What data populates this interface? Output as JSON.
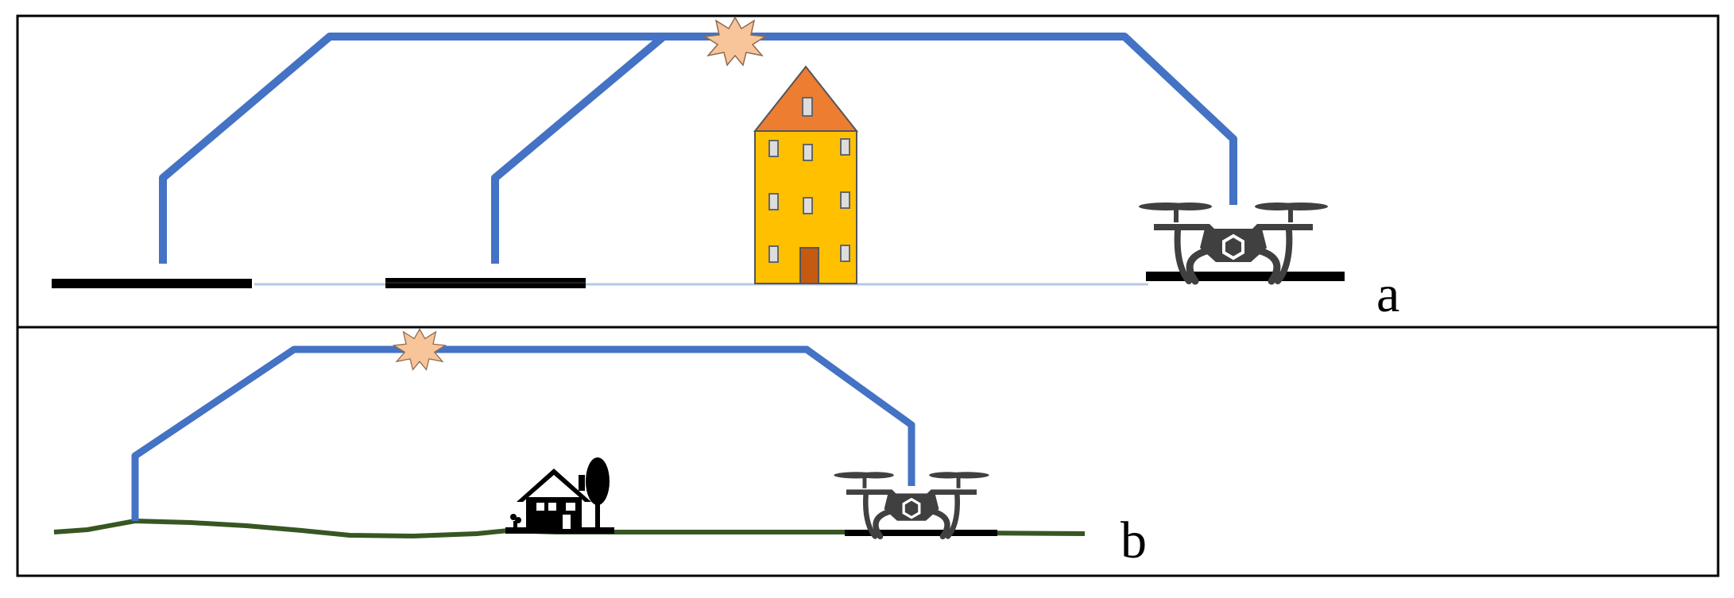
{
  "panels": [
    {
      "label": "a",
      "scene": "urban",
      "elements": [
        "ground-segment",
        "ground-segment",
        "tall-building",
        "drone-on-launchpad",
        "flight-paths",
        "collision-burst"
      ]
    },
    {
      "label": "b",
      "scene": "rural",
      "elements": [
        "terrain",
        "house-with-tree",
        "drone-on-launchpad",
        "flight-path",
        "collision-burst"
      ]
    }
  ],
  "colors": {
    "flight_path": "#4472c4",
    "burst_fill": "#f8c49a",
    "burst_stroke": "#8e6a4e",
    "building_wall": "#ffc000",
    "building_roof": "#ed7d31",
    "building_door": "#c55a11",
    "terrain": "#375623",
    "ground_line": "#b4c7e7",
    "frame": "#000000",
    "drone": "#404040"
  },
  "icons": [
    "drone-icon",
    "house-icon",
    "tree-icon",
    "burst-icon",
    "building-icon"
  ]
}
